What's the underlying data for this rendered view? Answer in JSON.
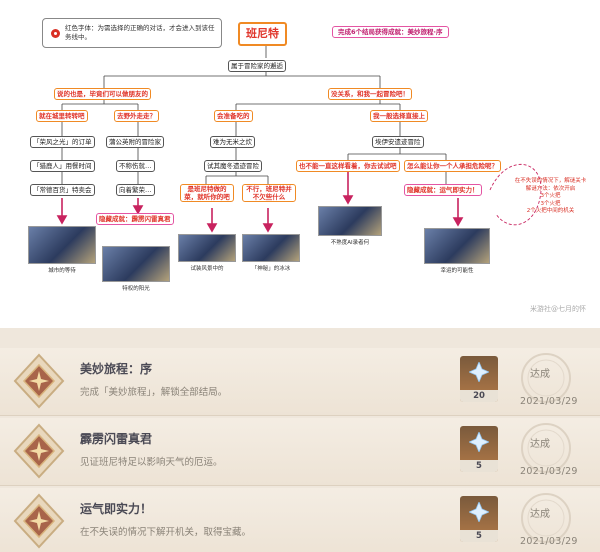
{
  "flowchart": {
    "legend": "红色字体：为需选择的正确的对话，才会进入到该任务线中。",
    "title": "班尼特",
    "goal": "完成6个结局获得成就：美妙旅程·序",
    "root": "属于冒险家的邂逅",
    "branch1": "说的也是，毕竟们可以做朋友的",
    "branch2": "没关系，和我一起冒险吧！",
    "n_city": "就在城里转转吧",
    "n_city_1": "「荣风之光」的订单",
    "n_city_2": "「猎鹿人」用餐时间",
    "n_city_3": "「常德百货」特卖会",
    "n_wild": "去野外走走？",
    "n_wild_1": "蒲公英附的冒险家",
    "n_wild_2": "不称伤就…",
    "n_wild_3": "向着繁荣…",
    "n_hidden1": "隐藏成就：霹雳闪雷真君",
    "n_food": "会准备吃的",
    "n_food_1": "难为无米之炊",
    "n_food_2": "试其魔冬遗迹冒险",
    "n_food_a": "是班尼特做的菜，就听你的吧",
    "n_food_b": "不行，班尼特并不欠些什么",
    "n_easy": "我一般选择直接上",
    "n_easy_1": "埃伊安遗迹冒险",
    "n_easy_a": "也不能一直这样看着，你去试试吧",
    "n_easy_b": "怎么能让你一个人承担危险呢？",
    "n_hidden2": "隐藏成就：运气即实力！",
    "note": "在不失误的情况下，解谜关卡\n解谜方法：依次开启\n3个火把\n3个火把\n2个火把中间的机关",
    "captions": [
      "城市的等待",
      "特权的阳光",
      "试装风景中的",
      "「神秘」的冰冰",
      "不熟度AI录者何",
      "幸运的可能性"
    ],
    "watermark": "米游社@七月的怀"
  },
  "achievements": [
    {
      "title": "美妙旅程：序",
      "desc": "完成「美妙旅程」，解锁全部结局。",
      "reward": "20",
      "status": "达成",
      "date": "2021/03/29"
    },
    {
      "title": "霹雳闪雷真君",
      "desc": "见证班尼特足以影响天气的厄运。",
      "reward": "5",
      "status": "达成",
      "date": "2021/03/29"
    },
    {
      "title": "运气即实力！",
      "desc": "在不失误的情况下解开机关，取得宝藏。",
      "reward": "5",
      "status": "达成",
      "date": "2021/03/29"
    }
  ],
  "colors": {
    "panel": "#f4ede3",
    "title": "#4b4a55",
    "desc": "#8a8378",
    "reward": "#b37a48",
    "arrow": "#c8235f",
    "orange": "#f08a24"
  }
}
